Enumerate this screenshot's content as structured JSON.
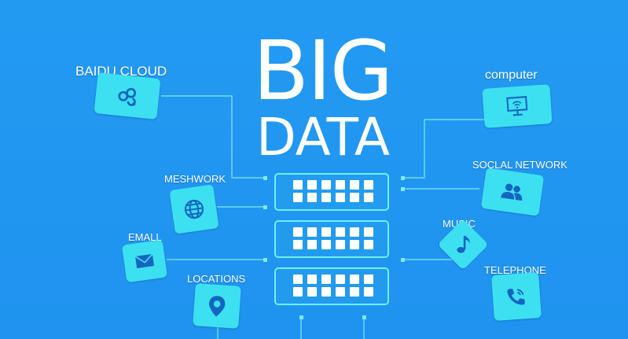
{
  "title": {
    "line1": "BIG",
    "line2": "DATA"
  },
  "colors": {
    "background": "#2196f3",
    "tile": "#3de0f0",
    "connector": "#7fe9f7",
    "text": "#ffffff"
  },
  "nodes": {
    "baidu_cloud": {
      "label": "BAIDU CLOUD",
      "icon": "cloud-link-icon"
    },
    "meshwork": {
      "label": "MESHWORK",
      "icon": "globe-icon"
    },
    "email": {
      "label": "EMALL",
      "icon": "envelope-icon"
    },
    "locations": {
      "label": "LOCATIONS",
      "icon": "map-pin-icon"
    },
    "computer": {
      "label": "computer",
      "icon": "monitor-wifi-icon"
    },
    "social_network": {
      "label": "SOCLAL NETWORK",
      "icon": "users-icon"
    },
    "music": {
      "label": "MUSIC",
      "icon": "music-note-icon"
    },
    "telephone": {
      "label": "TELEPHONE",
      "icon": "phone-icon"
    }
  },
  "servers": {
    "count": 3,
    "icon": "server-rack-icon"
  }
}
